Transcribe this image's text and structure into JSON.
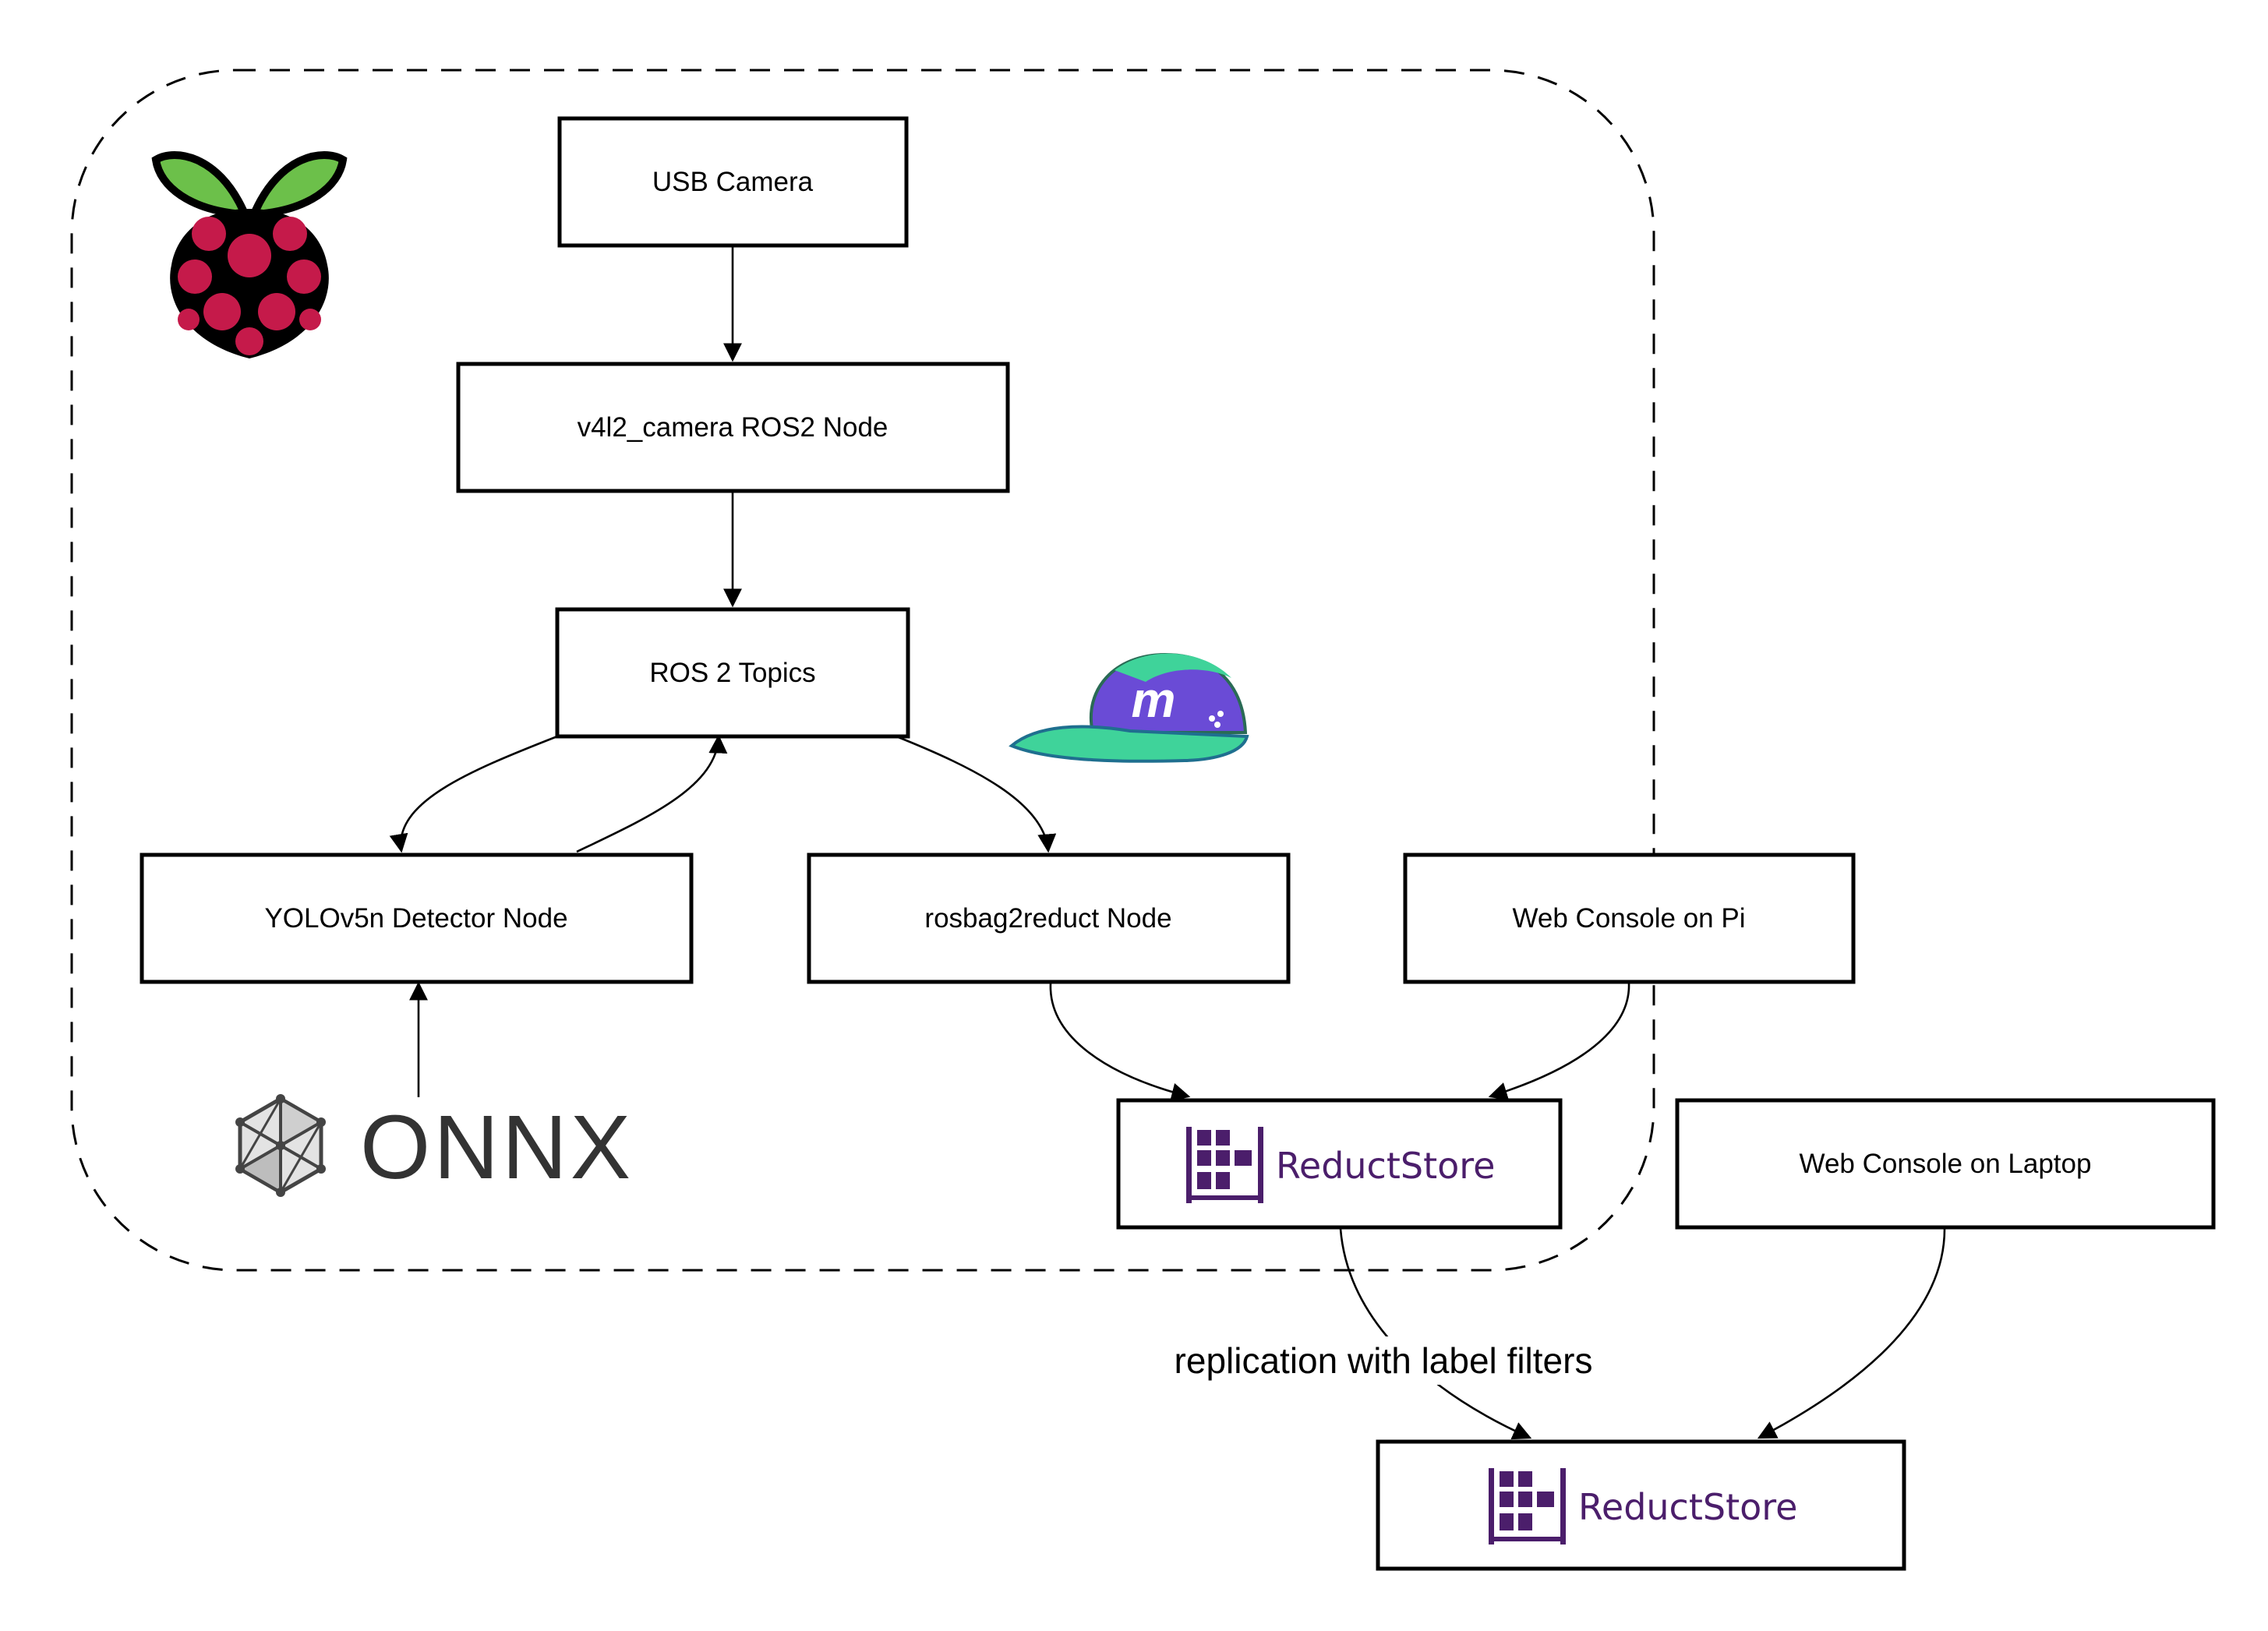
{
  "diagram": {
    "nodes": {
      "usb_camera": "USB Camera",
      "v4l2_node": "v4l2_camera ROS2 Node",
      "ros2_topics": "ROS 2 Topics",
      "yolo_node": "YOLOv5n Detector Node",
      "rosbag_node": "rosbag2reduct Node",
      "web_console_pi": "Web Console on Pi",
      "web_console_laptop": "Web Console on Laptop",
      "reductstore_pi": "ReductStore",
      "reductstore_remote": "ReductStore"
    },
    "edge_labels": {
      "replication": "replication with label filters"
    },
    "logos": {
      "raspberry_pi": "raspberry-pi-logo",
      "onnx": "ONNX",
      "mcap_cap": "m",
      "reductstore": "reductstore-logo"
    },
    "colors": {
      "reduct_purple": "#4b1e6b",
      "raspberry_red": "#c51a4a",
      "raspberry_green": "#6cc04a",
      "onnx_gray": "#333333"
    }
  }
}
